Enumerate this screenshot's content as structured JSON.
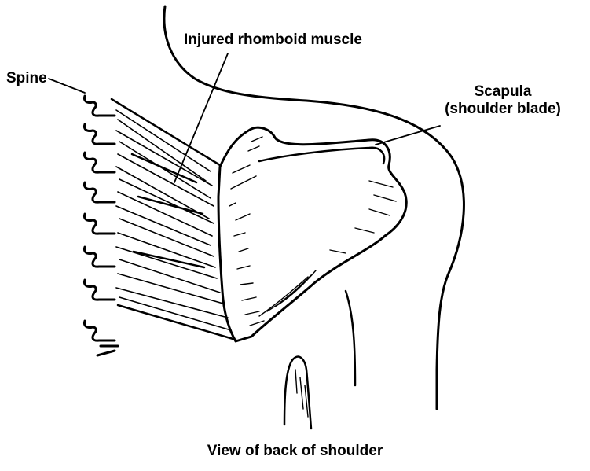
{
  "labels": {
    "rhomboid": "Injured rhomboid muscle",
    "spine": "Spine",
    "scapula_line1": "Scapula",
    "scapula_line2": "(shoulder blade)"
  },
  "caption": "View of back of shoulder",
  "colors": {
    "ink": "#000000",
    "background": "#ffffff"
  }
}
